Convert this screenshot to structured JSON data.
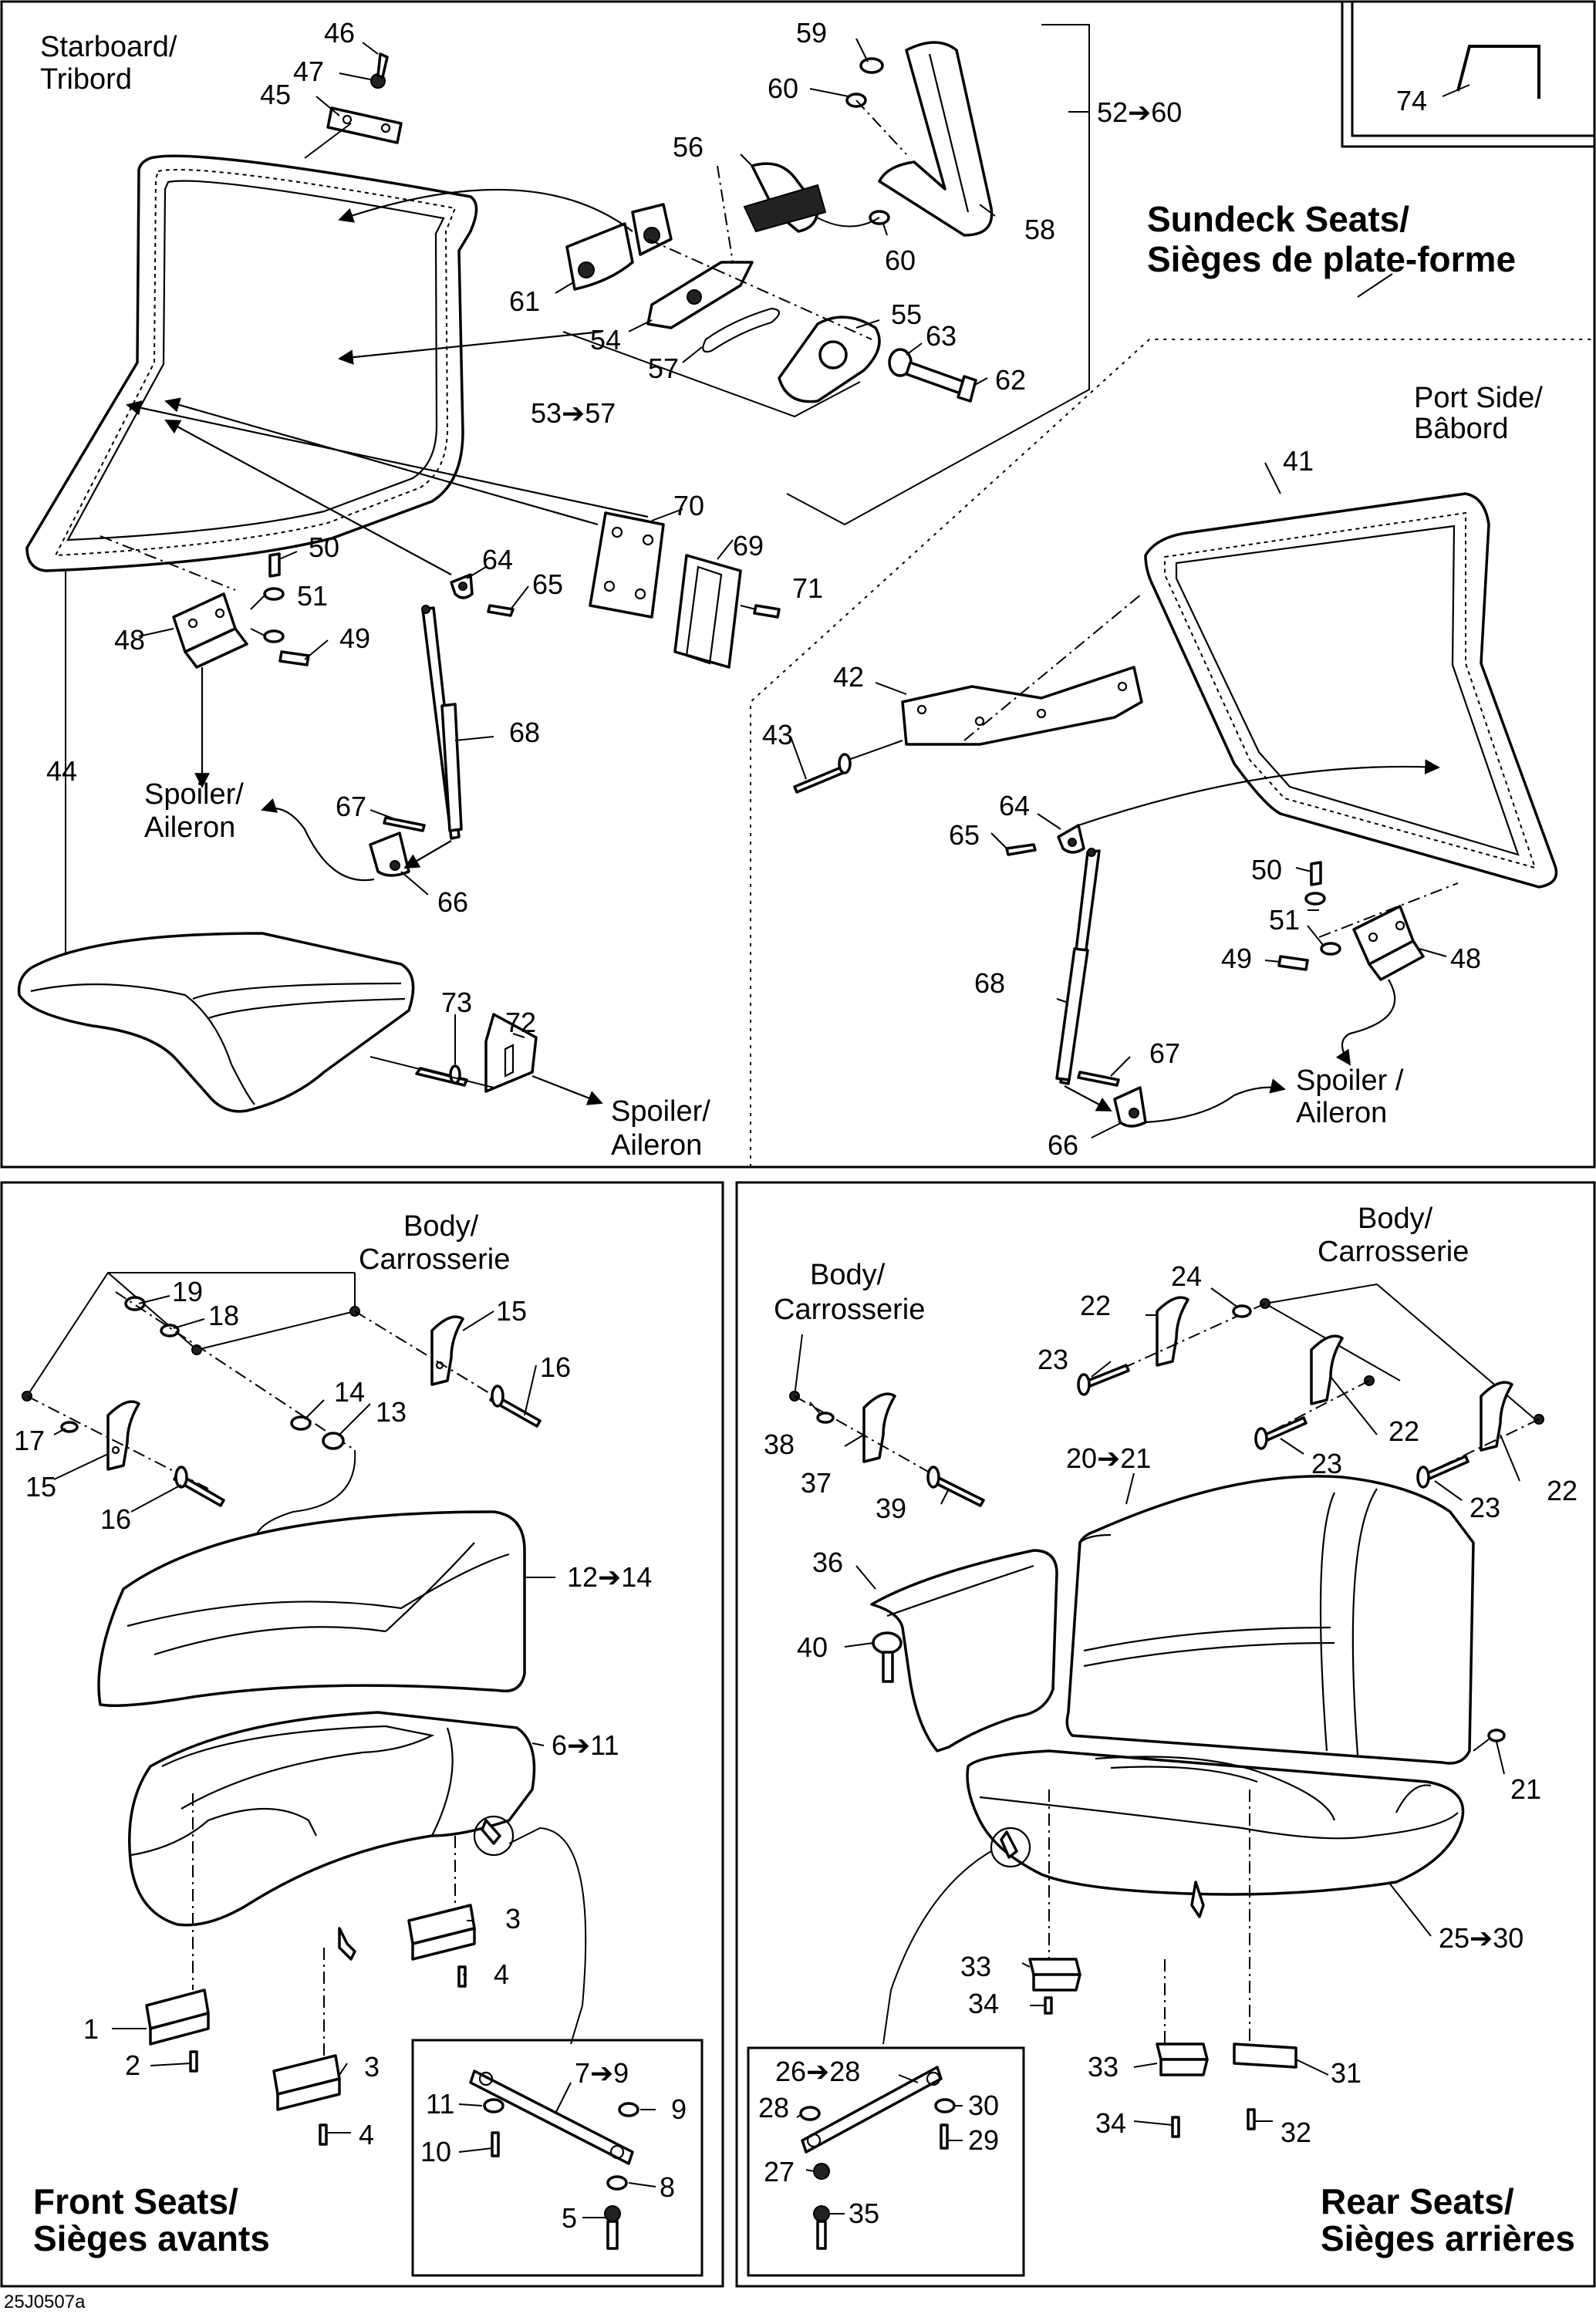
{
  "diagram_code": "25J0507a",
  "sundeck": {
    "title_en": "Sundeck Seats/",
    "title_fr": "Sièges de plate-forme",
    "starboard_l1": "Starboard/",
    "starboard_l2": "Tribord",
    "port_l1": "Port Side/",
    "port_l2": "Bâbord",
    "spoiler_a_l1": "Spoiler/",
    "spoiler_a_l2": "Aileron",
    "spoiler_b_l1": "Spoiler/",
    "spoiler_b_l2": "Aileron",
    "spoiler_c_l1": "Spoiler /",
    "spoiler_c_l2": "Aileron",
    "range_52_60": "52➔60",
    "range_53_57": "53➔57",
    "inset_74": "74",
    "n": {
      "p41": "41",
      "p42": "42",
      "p43": "43",
      "p44": "44",
      "p45": "45",
      "p46": "46",
      "p47": "47",
      "p48a": "48",
      "p48b": "48",
      "p49a": "49",
      "p49b": "49",
      "p50a": "50",
      "p50b": "50",
      "p51a": "51",
      "p51b": "51",
      "p54": "54",
      "p55": "55",
      "p56": "56",
      "p57": "57",
      "p58": "58",
      "p59": "59",
      "p60a": "60",
      "p60b": "60",
      "p61": "61",
      "p62": "62",
      "p63": "63",
      "p64a": "64",
      "p64b": "64",
      "p65a": "65",
      "p65b": "65",
      "p66a": "66",
      "p66b": "66",
      "p67a": "67",
      "p67b": "67",
      "p68a": "68",
      "p68b": "68",
      "p69": "69",
      "p70": "70",
      "p71": "71",
      "p72": "72",
      "p73": "73"
    }
  },
  "front": {
    "title_en": "Front Seats/",
    "title_fr": "Sièges avants",
    "body_l1": "Body/",
    "body_l2": "Carrosserie",
    "range_12_14": "12➔14",
    "range_6_11": "6➔11",
    "range_7_9": "7➔9",
    "n": {
      "p1": "1",
      "p2": "2",
      "p3a": "3",
      "p3b": "3",
      "p4a": "4",
      "p4b": "4",
      "p5": "5",
      "p8": "8",
      "p9": "9",
      "p10": "10",
      "p11": "11",
      "p13": "13",
      "p14": "14",
      "p15a": "15",
      "p15b": "15",
      "p16a": "16",
      "p16b": "16",
      "p17": "17",
      "p18": "18",
      "p19": "19"
    }
  },
  "rear": {
    "title_en": "Rear Seats/",
    "title_fr": "Sièges arrières",
    "body_a_l1": "Body/",
    "body_a_l2": "Carrosserie",
    "body_b_l1": "Body/",
    "body_b_l2": "Carrosserie",
    "range_20_21": "20➔21",
    "range_25_30": "25➔30",
    "range_26_28": "26➔28",
    "n": {
      "p21": "21",
      "p22a": "22",
      "p22b": "22",
      "p22c": "22",
      "p23a": "23",
      "p23b": "23",
      "p23c": "23",
      "p24": "24",
      "p27": "27",
      "p28": "28",
      "p29": "29",
      "p30": "30",
      "p31": "31",
      "p32": "32",
      "p33a": "33",
      "p33b": "33",
      "p34a": "34",
      "p34b": "34",
      "p35": "35",
      "p36": "36",
      "p37": "37",
      "p38": "38",
      "p39": "39",
      "p40": "40"
    }
  }
}
